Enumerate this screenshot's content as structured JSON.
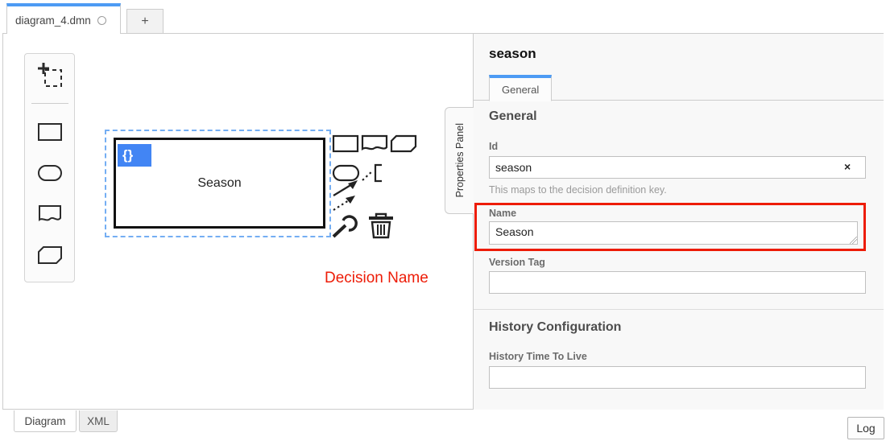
{
  "tabs": {
    "file_tab_label": "diagram_4.dmn",
    "new_tab_label": "+"
  },
  "palette": {
    "tools": [
      "lasso-tool",
      "create-decision",
      "create-input-data",
      "create-knowledge-source",
      "create-business-knowledge-model"
    ]
  },
  "canvas": {
    "decision_label": "Season",
    "expression_badge": "{}"
  },
  "properties_toggle_label": "Properties Panel",
  "panel": {
    "title": "season",
    "tab_label": "General",
    "general_heading": "General",
    "id_label": "Id",
    "id_value": "season",
    "id_clear": "×",
    "id_help": "This maps to the decision definition key.",
    "name_label": "Name",
    "name_value": "Season",
    "version_label": "Version Tag",
    "version_value": "",
    "history_heading": "History Configuration",
    "httl_label": "History Time To Live",
    "httl_value": ""
  },
  "annotation": {
    "label": "Decision Name"
  },
  "footer": {
    "diagram_tab": "Diagram",
    "xml_tab": "XML",
    "log_button": "Log"
  },
  "colors": {
    "accent_blue": "#4d9bf4",
    "badge_blue": "#4285f4",
    "selection_blue": "#74aef3",
    "annotation_red": "#ed1c07"
  }
}
